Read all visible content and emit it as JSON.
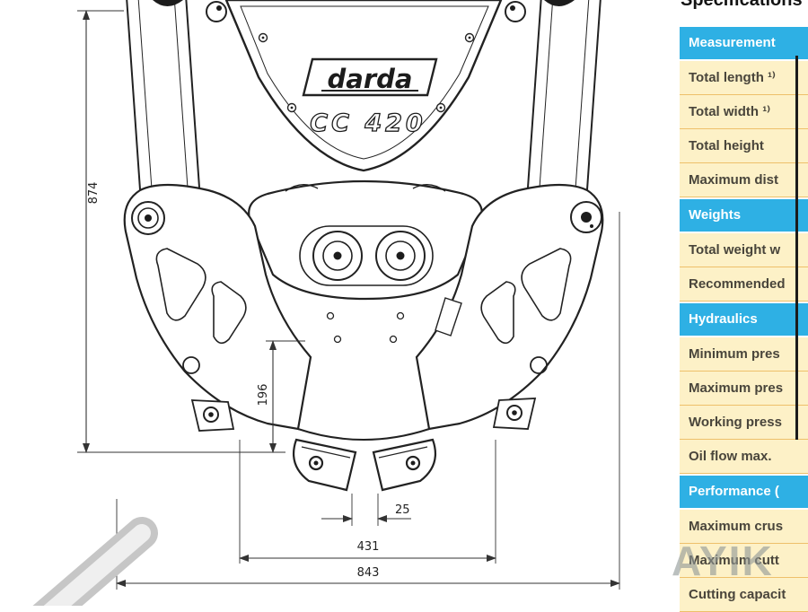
{
  "drawing": {
    "brand": "darda",
    "model": "CC 420",
    "dimensions": {
      "total_height": "874",
      "jaw_height": "196",
      "tip_gap": "25",
      "jaw_opening": "431",
      "total_width": "843"
    }
  },
  "spec_panel": {
    "title": "Specifications",
    "rows": [
      {
        "label": "Measurement",
        "type": "header"
      },
      {
        "label": "Total length ¹⁾",
        "type": "item"
      },
      {
        "label": "Total width ¹⁾",
        "type": "item"
      },
      {
        "label": "Total height",
        "type": "item"
      },
      {
        "label": "Maximum dist",
        "type": "item"
      },
      {
        "label": "Weights",
        "type": "header"
      },
      {
        "label": "Total weight w",
        "type": "item"
      },
      {
        "label": "Recommended",
        "type": "item"
      },
      {
        "label": "Hydraulics",
        "type": "header"
      },
      {
        "label": "Minimum pres",
        "type": "item"
      },
      {
        "label": "Maximum pres",
        "type": "item"
      },
      {
        "label": "Working press",
        "type": "item"
      },
      {
        "label": "Oil flow max.",
        "type": "item"
      },
      {
        "label": "Performance (",
        "type": "header"
      },
      {
        "label": "Maximum crus",
        "type": "item"
      },
      {
        "label": "Maximum cutt",
        "type": "item"
      },
      {
        "label": "Cutting capacit",
        "type": "item"
      }
    ]
  },
  "watermark": "AYIK"
}
